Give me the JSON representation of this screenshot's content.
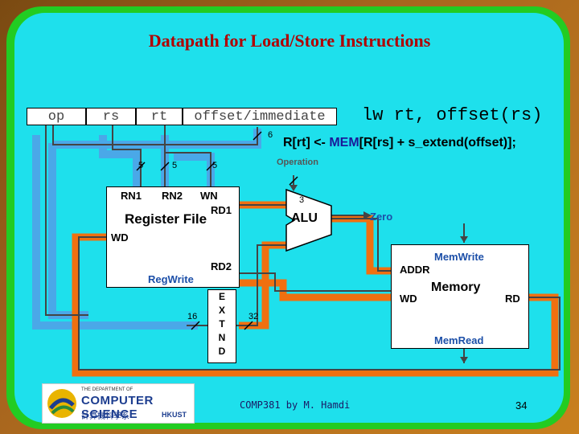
{
  "title": "Datapath for Load/Store Instructions",
  "instruction_fields": [
    "op",
    "rs",
    "rt",
    "offset/immediate"
  ],
  "instruction_text": "lw rt, offset(rs)",
  "equation": {
    "prefix": "R[rt] <- ",
    "mem": "MEM",
    "suffix": "[R[rs] + s_extend(offset)];"
  },
  "bus_widths": {
    "op": "6",
    "rs": "5",
    "rt": "5",
    "wn": "5",
    "alu_op": "3",
    "ext_in": "16",
    "ext_out": "32"
  },
  "register_file": {
    "name": "Register File",
    "rn1": "RN1",
    "rn2": "RN2",
    "wn": "WN",
    "rd1": "RD1",
    "rd2": "RD2",
    "wd": "WD",
    "control": "RegWrite"
  },
  "alu": {
    "name": "ALU",
    "operation": "Operation",
    "zero": "Zero"
  },
  "sign_extend": [
    "E",
    "X",
    "T",
    "N",
    "D"
  ],
  "memory": {
    "name": "Memory",
    "addr": "ADDR",
    "wd": "WD",
    "rd": "RD",
    "write": "MemWrite",
    "read": "MemRead"
  },
  "footer": {
    "credit": "COMP381 by M. Hamdi",
    "page": "34"
  },
  "logo": {
    "line1": "THE DEPARTMENT OF",
    "line2": "COMPUTER SCIENCE",
    "line3": "計算機科學系",
    "line4": "HKUST"
  },
  "colors": {
    "title": "#b00000",
    "panel": "#1ee0ec",
    "active_path": "#f07010",
    "inactive_path": "#4aa8e8",
    "highlight": "#1c4fa8"
  }
}
